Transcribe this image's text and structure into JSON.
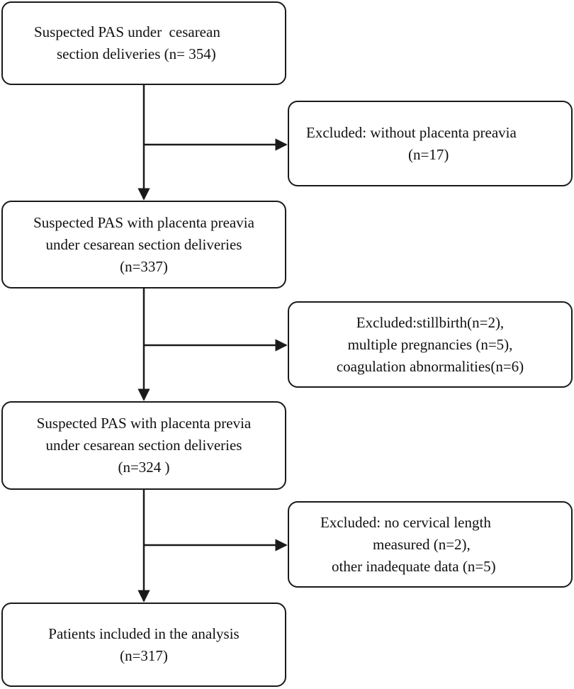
{
  "boxes": {
    "box1": [
      "Suspected PAS under  cesarean",
      "section deliveries (n= 354)"
    ],
    "excluded1": [
      "Excluded: without placenta preavia",
      "(n=17)"
    ],
    "box2": [
      "Suspected PAS with placenta preavia",
      "under cesarean section deliveries",
      "(n=337)"
    ],
    "excluded2": [
      "Excluded:stillbirth(n=2),",
      "multiple pregnancies (n=5),",
      "coagulation abnormalities(n=6)"
    ],
    "box3": [
      "Suspected PAS with placenta previa",
      "under cesarean section deliveries",
      "(n=324 )"
    ],
    "excluded3": [
      "Excluded: no cervical length",
      "measured (n=2),",
      "other inadequate data (n=5)"
    ],
    "box4": [
      "Patients included in the analysis",
      "(n=317)"
    ]
  },
  "colors": {
    "stroke": "#1a1a1a",
    "background": "#ffffff",
    "text": "#111111"
  }
}
